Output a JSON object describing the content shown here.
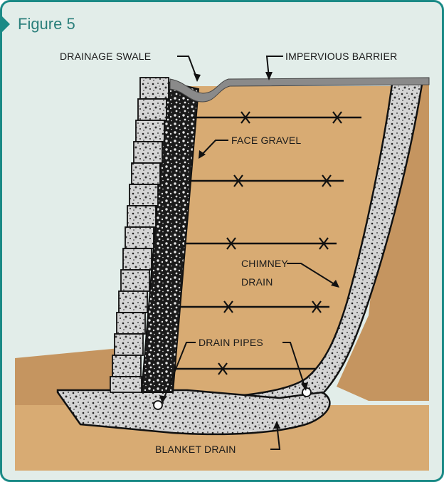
{
  "figure_label": "Figure 5",
  "labels": {
    "drainage_swale": "DRAINAGE SWALE",
    "impervious_barrier": "IMPERVIOUS BARRIER",
    "face_gravel": "FACE GRAVEL",
    "chimney_drain_line1": "CHIMNEY",
    "chimney_drain_line2": "DRAIN",
    "drain_pipes": "DRAIN PIPES",
    "blanket_drain": "BLANKET DRAIN"
  },
  "colors": {
    "frame": "#1a8a86",
    "background": "#e2ede9",
    "soil_fill": "#d8ab73",
    "native_soil": "#c59560",
    "barrier": "#8a8a8a",
    "gravel": "#cfcfcf",
    "face_gravel": "#1c1c1c"
  }
}
